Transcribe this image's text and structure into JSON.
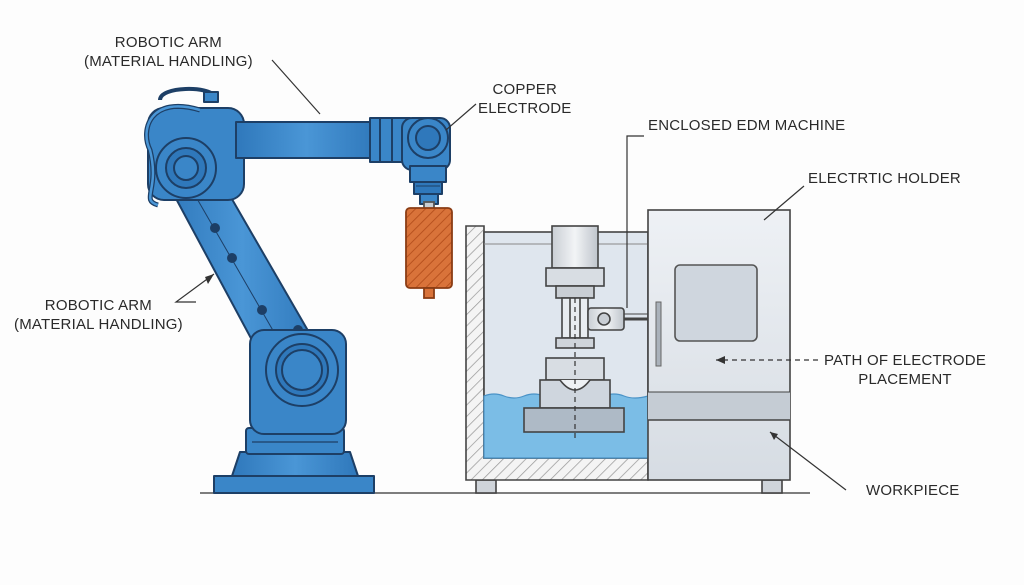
{
  "labels": {
    "robotic_arm_top": {
      "line1": "ROBOTIC ARM",
      "line2": "(MATERIAL HANDLING)"
    },
    "copper_electrode": {
      "line1": "COPPER",
      "line2": "ELECTRODE"
    },
    "enclosed_edm": {
      "line1": "ENCLOSED EDM MACHINE"
    },
    "electrtic_holder": {
      "line1": "ELECTRTIC HOLDER"
    },
    "robotic_arm_left": {
      "line1": "ROBOTIC ARM",
      "line2": "(MATERIAL HANDLING)"
    },
    "path_of_electrode": {
      "line1": "PATH OF ELECTRODE",
      "line2": "PLACEMENT"
    },
    "workpiece": {
      "line1": "WORKPIECE"
    }
  },
  "colors": {
    "arm_blue": "#3a86c8",
    "arm_outline": "#1d3f66",
    "electrode_copper": "#d9733a",
    "machine_gray": "#dde3ea",
    "dielectric_blue": "#7bbde6",
    "line_dark": "#333333"
  },
  "icons": {
    "robot": "robotic-arm-illustration",
    "machine": "edm-machine-illustration"
  }
}
